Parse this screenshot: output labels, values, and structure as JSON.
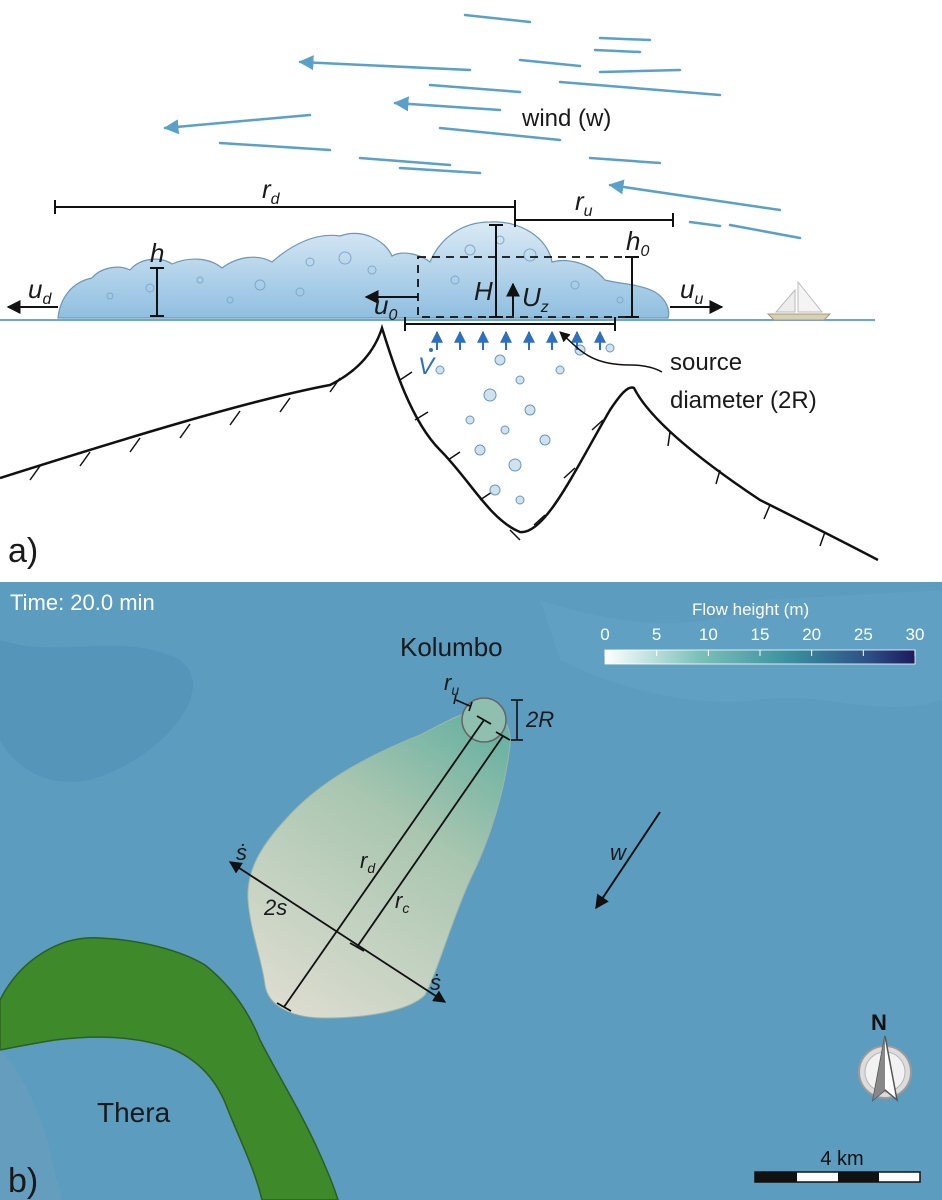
{
  "panel_a": {
    "panel_label": "a)",
    "wind_label": "wind (w)",
    "r_d": "r",
    "r_d_sub": "d",
    "r_u": "r",
    "r_u_sub": "u",
    "h": "h",
    "h0": "h",
    "h0_sub": "0",
    "H": "H",
    "u_d": "u",
    "u_d_sub": "d",
    "u_0": "u",
    "u_0_sub": "0",
    "U_z": "U",
    "U_z_sub": "z",
    "u_u": "u",
    "u_u_sub": "u",
    "V_dot": "V",
    "source_line1": "source",
    "source_line2": "diameter (2R)"
  },
  "panel_b": {
    "panel_label": "b)",
    "time_label": "Time: 20.0 min",
    "colorbar": {
      "title": "Flow height (m)",
      "ticks": [
        "0",
        "5",
        "10",
        "15",
        "20",
        "25",
        "30"
      ],
      "color_low": "#ffffff",
      "color_high": "#1b1a5c"
    },
    "kolumbo_label": "Kolumbo",
    "thera_label": "Thera",
    "r_u": "r",
    "r_u_sub": "u",
    "two_R": "2R",
    "r_d": "r",
    "r_d_sub": "d",
    "r_c": "r",
    "r_c_sub": "c",
    "two_s": "2s",
    "s_dot_left": "ṡ",
    "s_dot_right": "ṡ",
    "w_label": "w",
    "north_label": "N",
    "scale_label": "4 km",
    "sea_color": "#5b9cbf",
    "land_color": "#3e8a2a",
    "flow_color": "#cfd8c6"
  }
}
